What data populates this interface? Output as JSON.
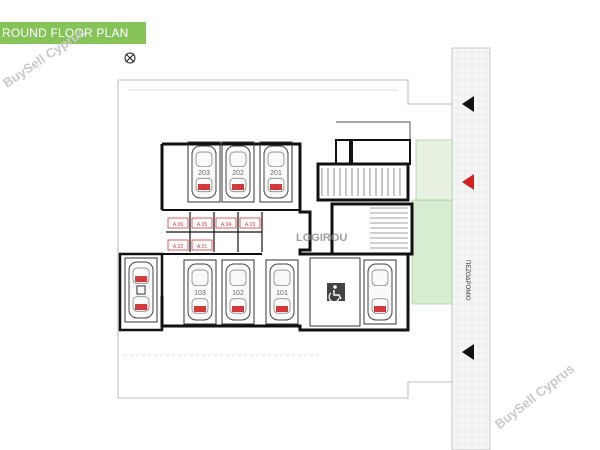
{
  "banner": {
    "title": "ROUND FLOOR PLAN",
    "color": "#86c45a"
  },
  "watermarks": [
    "BuySell Cyprus",
    "BuySell Cyprus"
  ],
  "center_watermark": "LOGIROU",
  "street_label": "ΠΕΖΟΔΡΟΜΙΟ",
  "parking_numbers_top": [
    "203",
    "202",
    "201"
  ],
  "parking_numbers_bottom": [
    "103",
    "102",
    "101"
  ],
  "storage_labels": [
    "Α.06",
    "Α.05",
    "Α.04",
    "Α.03",
    "Α.02",
    "Α.01"
  ],
  "icons": {
    "wheelchair": "accessible-parking-icon",
    "north": "north-arrow-icon",
    "arrows": "entrance-arrow-icon"
  },
  "colors": {
    "arrow_red": "#d62020",
    "arrow_black": "#111111",
    "green": "#d8ecd0",
    "storage_red": "#d23a3a"
  }
}
